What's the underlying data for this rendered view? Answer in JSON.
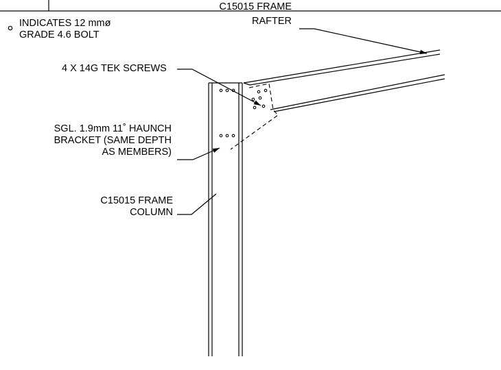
{
  "legend": {
    "symbol": "bolt-circle",
    "line1": "INDICATES 12 mmø",
    "line2": "GRADE 4.6 BOLT"
  },
  "labels": {
    "rafter": {
      "line1": "C15015 FRAME",
      "line2": "RAFTER"
    },
    "screws": {
      "line1": "4 X 14G TEK SCREWS"
    },
    "haunch": {
      "line1": "SGL. 1.9mm 11˚ HAUNCH",
      "line2": "BRACKET (SAME DEPTH",
      "line3": "AS MEMBERS)"
    },
    "column": {
      "line1": "C15015 FRAME",
      "line2": "COLUMN"
    }
  }
}
